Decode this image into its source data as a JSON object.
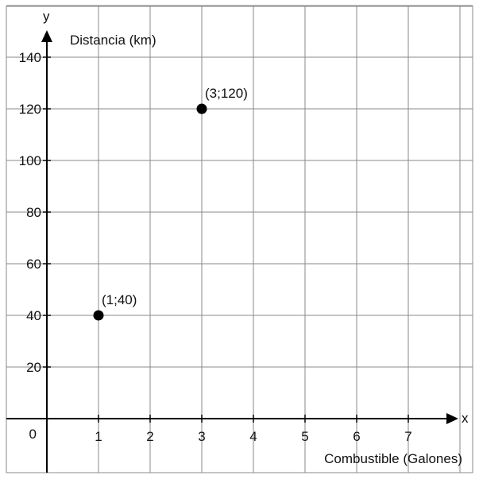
{
  "chart_data": {
    "type": "scatter",
    "title": "",
    "xlabel": "Combustible (Galones)",
    "ylabel": "Distancia (km)",
    "x_axis_letter": "x",
    "y_axis_letter": "y",
    "origin_label": "0",
    "xlim": [
      -0.8,
      8.2
    ],
    "ylim": [
      -10,
      160
    ],
    "grid": true,
    "x_ticks": [
      {
        "value": 1,
        "label": "1"
      },
      {
        "value": 2,
        "label": "2"
      },
      {
        "value": 3,
        "label": "3"
      },
      {
        "value": 4,
        "label": "4"
      },
      {
        "value": 5,
        "label": "5"
      },
      {
        "value": 6,
        "label": "6"
      },
      {
        "value": 7,
        "label": "7"
      }
    ],
    "y_ticks": [
      {
        "value": 20,
        "label": "20"
      },
      {
        "value": 40,
        "label": "40"
      },
      {
        "value": 60,
        "label": "60"
      },
      {
        "value": 80,
        "label": "80"
      },
      {
        "value": 100,
        "label": "100"
      },
      {
        "value": 120,
        "label": "120"
      },
      {
        "value": 140,
        "label": "140"
      }
    ],
    "points": [
      {
        "x": 1,
        "y": 40,
        "label": "(1;40)"
      },
      {
        "x": 3,
        "y": 120,
        "label": "(3;120)"
      }
    ]
  }
}
